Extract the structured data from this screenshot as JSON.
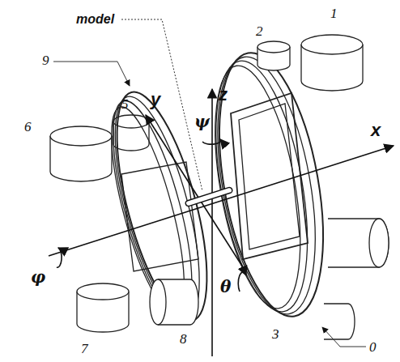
{
  "diagram": {
    "labels": [
      "model",
      "9",
      "0",
      "1",
      "2",
      "3",
      "5",
      "6",
      "7",
      "8",
      "z",
      "y",
      "x",
      "ψ",
      "θ",
      "φ"
    ]
  }
}
